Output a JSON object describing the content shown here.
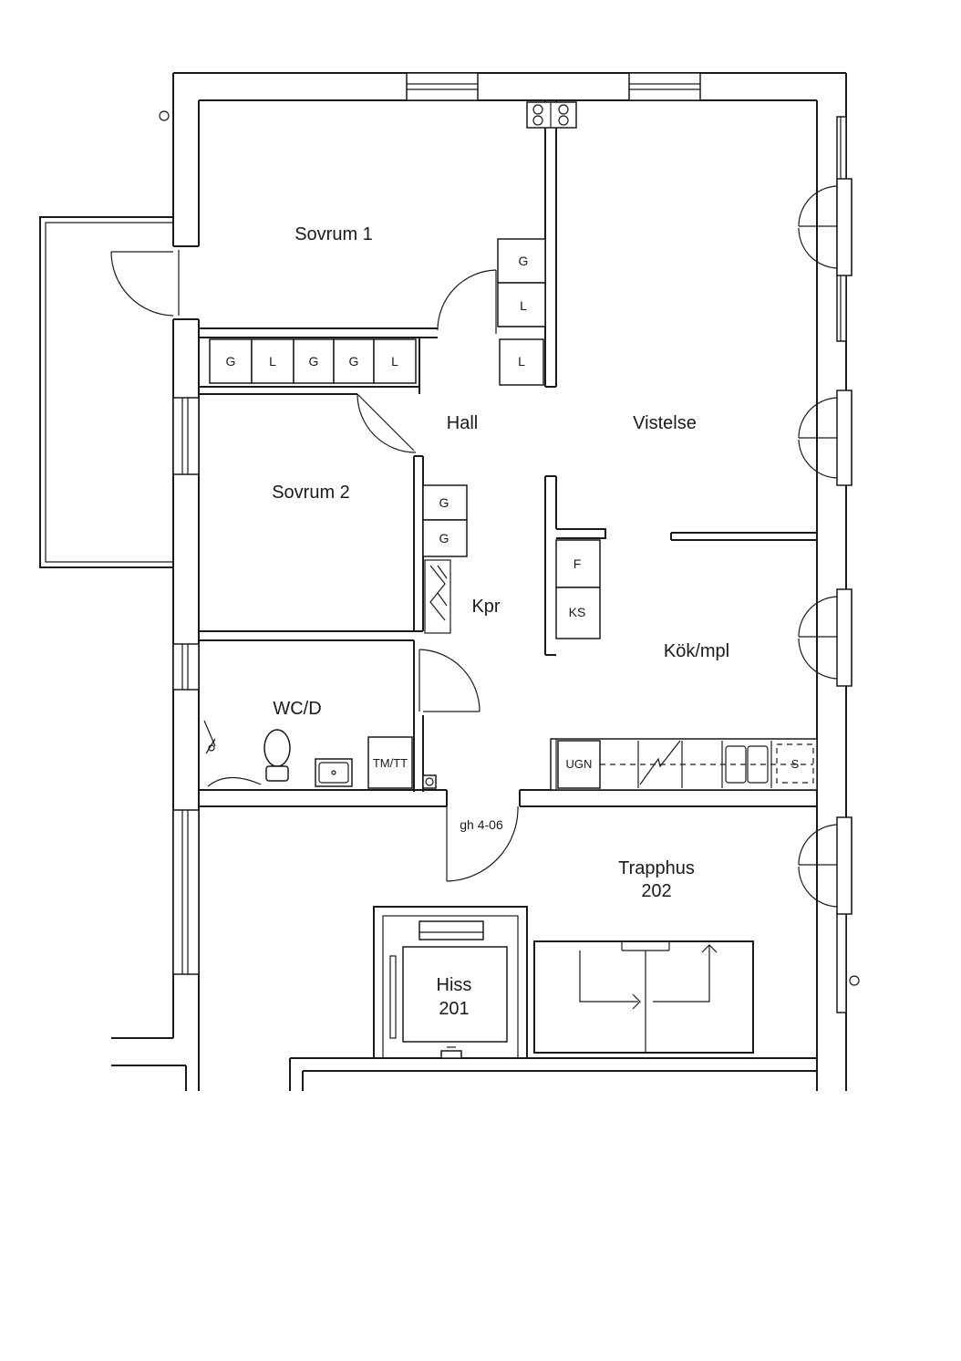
{
  "rooms": {
    "sovrum1": "Sovrum 1",
    "sovrum2": "Sovrum 2",
    "hall": "Hall",
    "vistelse": "Vistelse",
    "kpr": "Kpr",
    "wcd": "WC/D",
    "kok": "Kök/mpl",
    "trapphus": "Trapphus",
    "trapphus_no": "202",
    "hiss": "Hiss",
    "hiss_no": "201"
  },
  "door_label": "gh 4-06",
  "storage_top": [
    "G",
    "L",
    "G",
    "G",
    "L"
  ],
  "storage_column": [
    "G",
    "L",
    "L"
  ],
  "storage_kpr": [
    "G",
    "G"
  ],
  "fridge": {
    "f": "F",
    "ks": "KS"
  },
  "appliances": {
    "tm_tt": "TM/TT",
    "ugn": "UGN",
    "s": "S"
  }
}
